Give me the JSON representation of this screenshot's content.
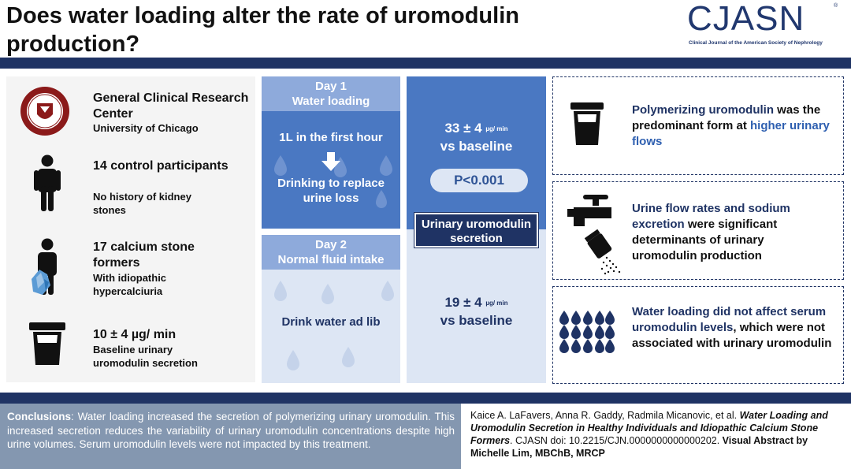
{
  "header": {
    "title": "Does water loading alter the rate of uromodulin production?",
    "logo_main": "CJASN",
    "logo_reg": "®",
    "logo_sub": "Clinical Journal of the American Society of Nephrology"
  },
  "left": {
    "site": {
      "title": "General Clinical Research Center",
      "sub": "University of Chicago",
      "seal_icon": "university-of-chicago-seal"
    },
    "controls": {
      "title": "14 control participants",
      "sub": "No history of kidney stones",
      "icon": "person-icon"
    },
    "formers": {
      "title": "17 calcium stone formers",
      "sub": "With idiopathic hypercalciuria",
      "icon": "person-with-stone-icon"
    },
    "baseline": {
      "title": "10 ± 4 µg/ min",
      "sub": "Baseline urinary uromodulin secretion",
      "icon": "urine-cup-icon"
    }
  },
  "day1": {
    "head_line1": "Day 1",
    "head_line2": "Water loading",
    "text1": "1L in the first hour",
    "text2": "Drinking to replace urine loss"
  },
  "day2": {
    "head_line1": "Day 2",
    "head_line2": "Normal fluid intake",
    "text": "Drink water ad lib"
  },
  "results": {
    "day1_value": "33 ± 4",
    "day1_unit": "µg/ min",
    "day1_vs": "vs baseline",
    "pvalue": "P<0.001",
    "label": "Urinary uromodulin secretion",
    "day2_value": "19 ± 4",
    "day2_unit": "µg/ min",
    "day2_vs": "vs baseline"
  },
  "findings": {
    "f1": {
      "a": "Polymerizing uromodulin",
      "b": " was the predominant form at ",
      "c": "higher urinary flows"
    },
    "f2": {
      "a": "Urine flow rates and sodium excretion",
      "b": " were significant determinants of urinary uromodulin production"
    },
    "f3": {
      "a": "Water loading did not affect serum uromodulin levels",
      "b": ", which were not associated with urinary uromodulin"
    }
  },
  "conclusions": {
    "label": "Conclusions",
    "text": ": Water loading increased the secretion of polymerizing urinary uromodulin. This increased secretion reduces the variability of urinary uromodulin concentrations despite high urine volumes. Serum uromodulin levels were not impacted by this treatment."
  },
  "citation": {
    "authors": "Kaice A. LaFavers, Anna R. Gaddy, Radmila Micanovic, et al. ",
    "title": "Water Loading and Uromodulin Secretion in Healthy Individuals and Idiopathic Calcium Stone Formers",
    "doi": ". CJASN doi: 10.2215/CJN.0000000000000202. ",
    "credit": "Visual Abstract by Michelle Lim, MBChB, MRCP"
  },
  "colors": {
    "navy": "#1f3364",
    "blue": "#4a78c2",
    "light_blue": "#8eaadb",
    "pale_blue": "#dde6f4",
    "gray_box": "#8497b0"
  }
}
